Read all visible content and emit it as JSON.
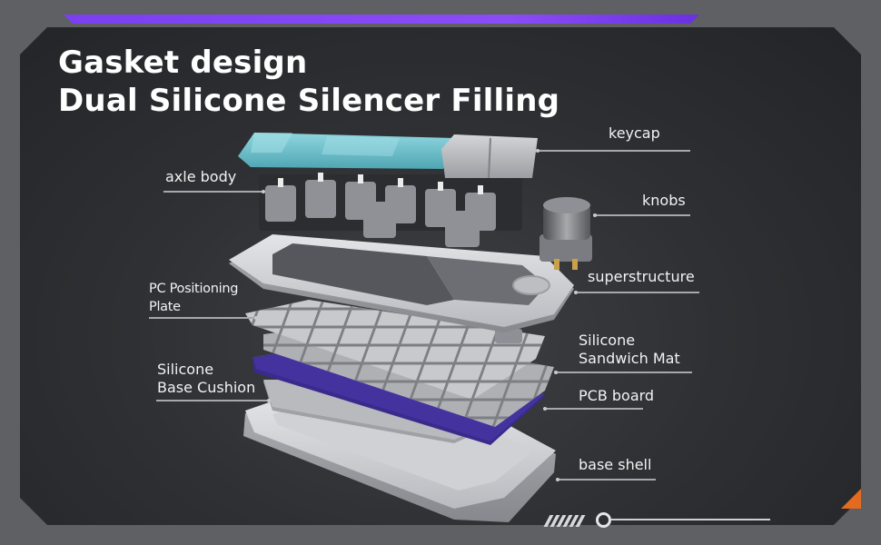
{
  "title": {
    "line1": "Gasket design",
    "line2": "Dual Silicone Silencer Filling"
  },
  "labels": {
    "keycap": "keycap",
    "axle_body": "axle body",
    "knobs": "knobs",
    "superstructure": "superstructure",
    "pc_plate_line1": "PC Positioning",
    "pc_plate_line2": "Plate",
    "silicone_mat_line1": "Silicone",
    "silicone_mat_line2": "Sandwich Mat",
    "base_cushion_line1": "Silicone",
    "base_cushion_line2": "Base Cushion",
    "pcb_board": "PCB board",
    "base_shell": "base shell"
  },
  "colors": {
    "accent_purple": "#7b3ff0",
    "accent_orange": "#e36b1f",
    "keycap_teal": "#6fc3cf",
    "pcb_purple": "#3a2a8c"
  }
}
